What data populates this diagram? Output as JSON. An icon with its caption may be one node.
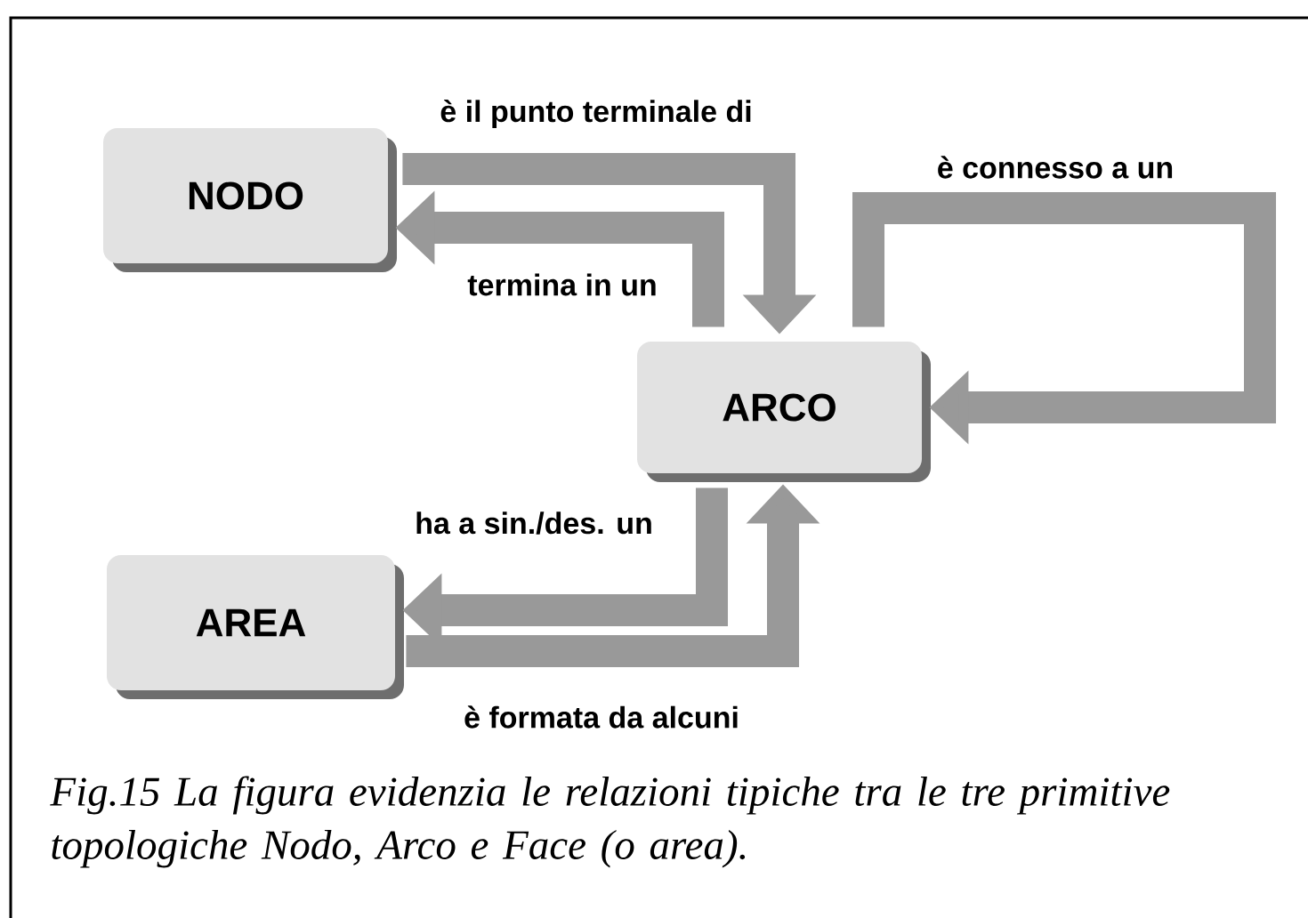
{
  "diagram": {
    "caption": "Fig.15 La figura evidenzia le relazioni tipiche tra le tre primitive topologiche Nodo, Arco e Face (o area).",
    "nodes": [
      {
        "text": [
          "NODO"
        ]
      },
      {
        "text": [
          "ARCO"
        ]
      },
      {
        "text": [
          "AREA"
        ]
      }
    ],
    "edges": [
      {
        "from": 0,
        "to": 1,
        "arrow": "to",
        "label": "è il punto terminale di"
      },
      {
        "from": 1,
        "to": 0,
        "arrow": "to",
        "label": "termina in un"
      },
      {
        "from": 1,
        "to": 1,
        "arrow": "to",
        "label": "è connesso a un"
      },
      {
        "from": 1,
        "to": 2,
        "arrow": "to",
        "label": "ha a sin./des. un"
      },
      {
        "from": 2,
        "to": 1,
        "arrow": "to",
        "label": "è formata da alcuni"
      }
    ]
  }
}
